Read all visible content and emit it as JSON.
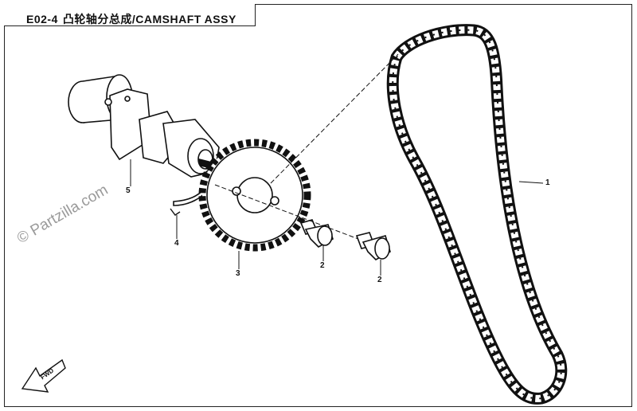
{
  "header": {
    "code": "E02-4",
    "title_cn": "凸轮轴分总成",
    "separator": "/",
    "title_en": "CAMSHAFT ASSY"
  },
  "watermark": "© Partzilla.com",
  "callouts": [
    "1",
    "2",
    "2",
    "3",
    "4",
    "5"
  ],
  "fwd_label": "FWD"
}
